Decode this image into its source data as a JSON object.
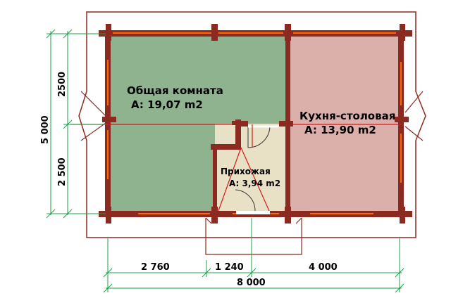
{
  "rooms": {
    "living": {
      "name": "Общая комната",
      "area": "A: 19,07 m2",
      "color": "#8fb38f"
    },
    "kitchen": {
      "name": "Кухня-столовая",
      "area": "A: 13,90 m2",
      "color": "#dcb0aa"
    },
    "hall": {
      "name": "Прихожая",
      "area": "A: 3,94 m2",
      "color": "#e9e1c6"
    }
  },
  "dimensions": {
    "total_width": "8 000",
    "total_height": "5 000",
    "segment_1": "2 760",
    "segment_2": "1 240",
    "segment_3": "4 000",
    "height_top": "2500",
    "height_bottom": "2 500"
  },
  "colors": {
    "wall": "#8b2a20",
    "window": "#ff6a00",
    "roof_outline": "#8b2a20",
    "dimension_line": "#1aa24a",
    "red_guide": "#d41a1a"
  }
}
